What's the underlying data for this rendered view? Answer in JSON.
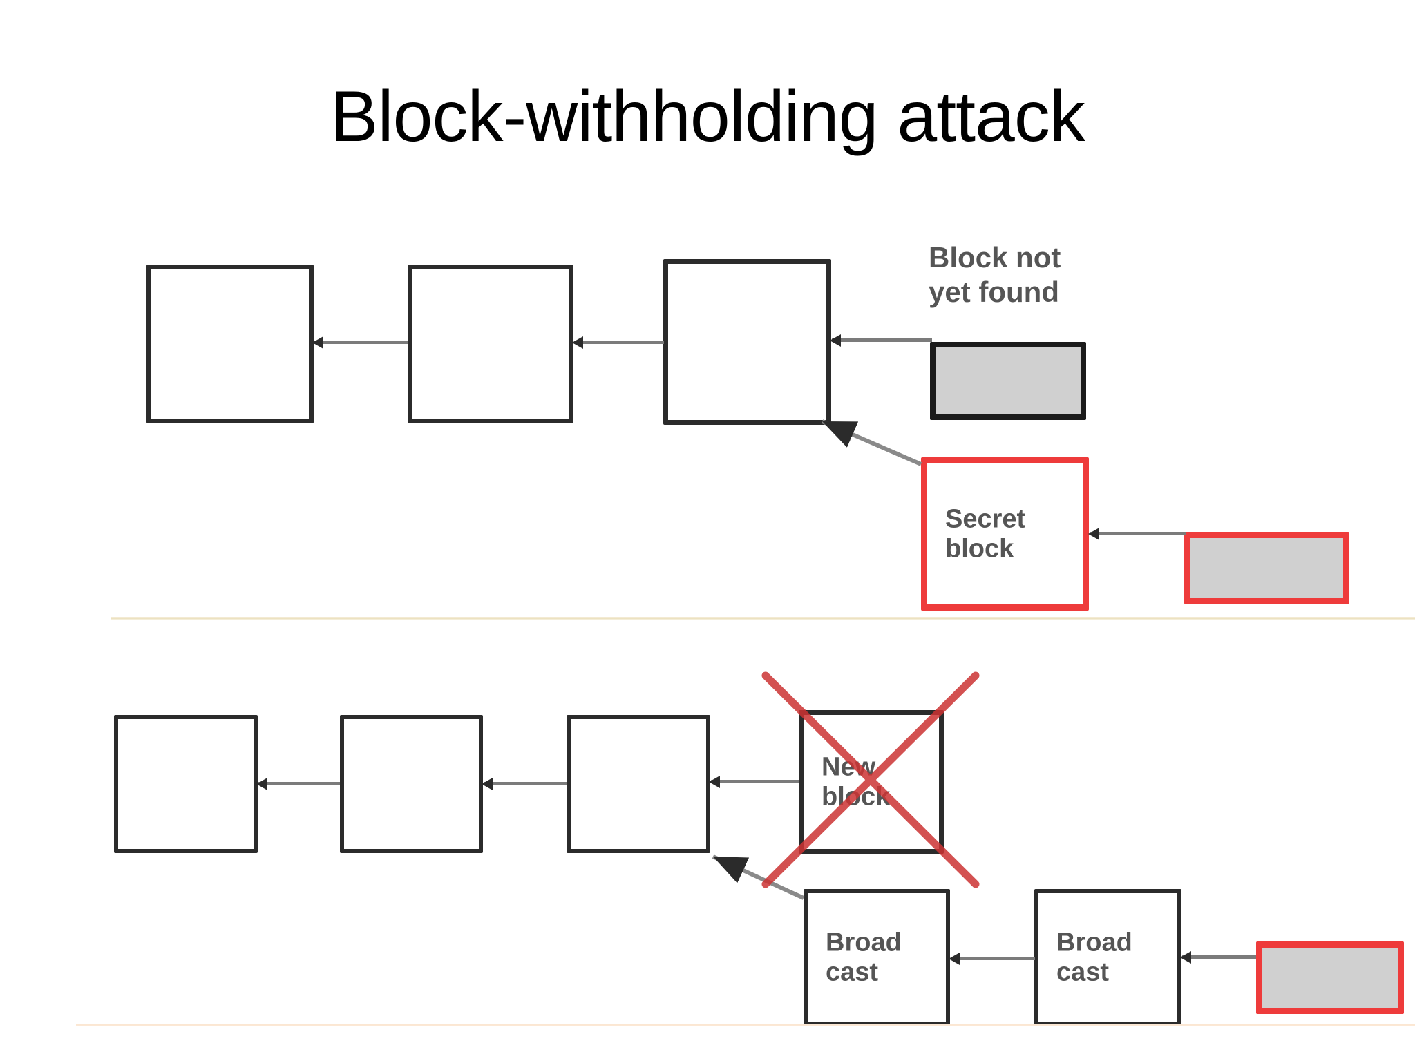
{
  "slide": {
    "title": "Block-withholding attack",
    "background_color": "#ffffff"
  },
  "colors": {
    "block_border": "#2b2b2b",
    "attacker_red": "#ee3b3b",
    "pending_gray_fill": "#d0d0d0",
    "connector_gray": "#7b7b7b",
    "label_text": "#555555",
    "divider_tan": "#e8dcb6",
    "divider_peach": "#fbe3cd"
  },
  "top_panel": {
    "name": "withholding-phase",
    "honest_chain": [
      {
        "label": ""
      },
      {
        "label": ""
      },
      {
        "label": ""
      }
    ],
    "pending_block": {
      "caption": "Block not\nyet found",
      "label": "",
      "fill": "#d0d0d0"
    },
    "secret_block": {
      "label": "Secret\nblock"
    },
    "secret_pending_block": {
      "label": "",
      "fill": "#d0d0d0"
    }
  },
  "bottom_panel": {
    "name": "broadcast-phase",
    "honest_chain": [
      {
        "label": ""
      },
      {
        "label": ""
      },
      {
        "label": ""
      }
    ],
    "orphaned_block": {
      "label": "New\nblock",
      "struck_out": true,
      "strike_color": "#cc3333"
    },
    "broadcast_blocks": [
      {
        "label": "Broad\ncast"
      },
      {
        "label": "Broad\ncast"
      }
    ],
    "pending_block": {
      "label": "",
      "fill": "#d0d0d0"
    }
  }
}
